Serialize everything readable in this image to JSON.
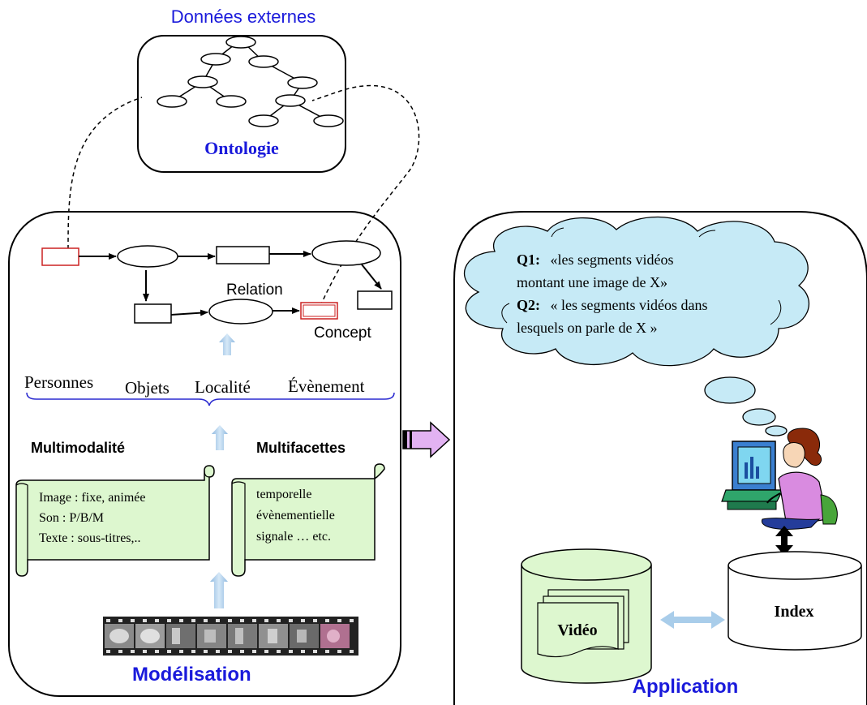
{
  "header": {
    "external_data": "Données externes"
  },
  "ontology": {
    "label": "Ontologie"
  },
  "modeling": {
    "title": "Modélisation",
    "graph": {
      "relation_label": "Relation",
      "concept_label": "Concept"
    },
    "categories": {
      "personnes": "Personnes",
      "objets": "Objets",
      "localite": "Localité",
      "evenement": "Évènement"
    },
    "multimodality": {
      "title": "Multimodalité",
      "lines": [
        "Image : fixe, animée",
        "Son : P/B/M",
        "Texte : sous-titres,.."
      ]
    },
    "multifacets": {
      "title": "Multifacettes",
      "lines": [
        "temporelle",
        "évènementielle",
        "signale … etc."
      ]
    }
  },
  "application": {
    "title": "Application",
    "q1_label": "Q1:",
    "q1_line1": "«les segments vidéos",
    "q1_line2": "montant une image de   X»",
    "q2_label": "Q2:",
    "q2_line1": "« les segments vidéos dans",
    "q2_line2": "lesquels on   parle  de X »",
    "video_label": "Vidéo",
    "index_label": "Index"
  },
  "colors": {
    "title_blue": "#1a1adb",
    "scroll_fill": "#ddf7cf",
    "cloud_fill": "#c6eaf6",
    "arrow_light_blue": "#a9cdea",
    "big_arrow_fill": "#e2b2f2",
    "concept_red": "#cc2222"
  }
}
